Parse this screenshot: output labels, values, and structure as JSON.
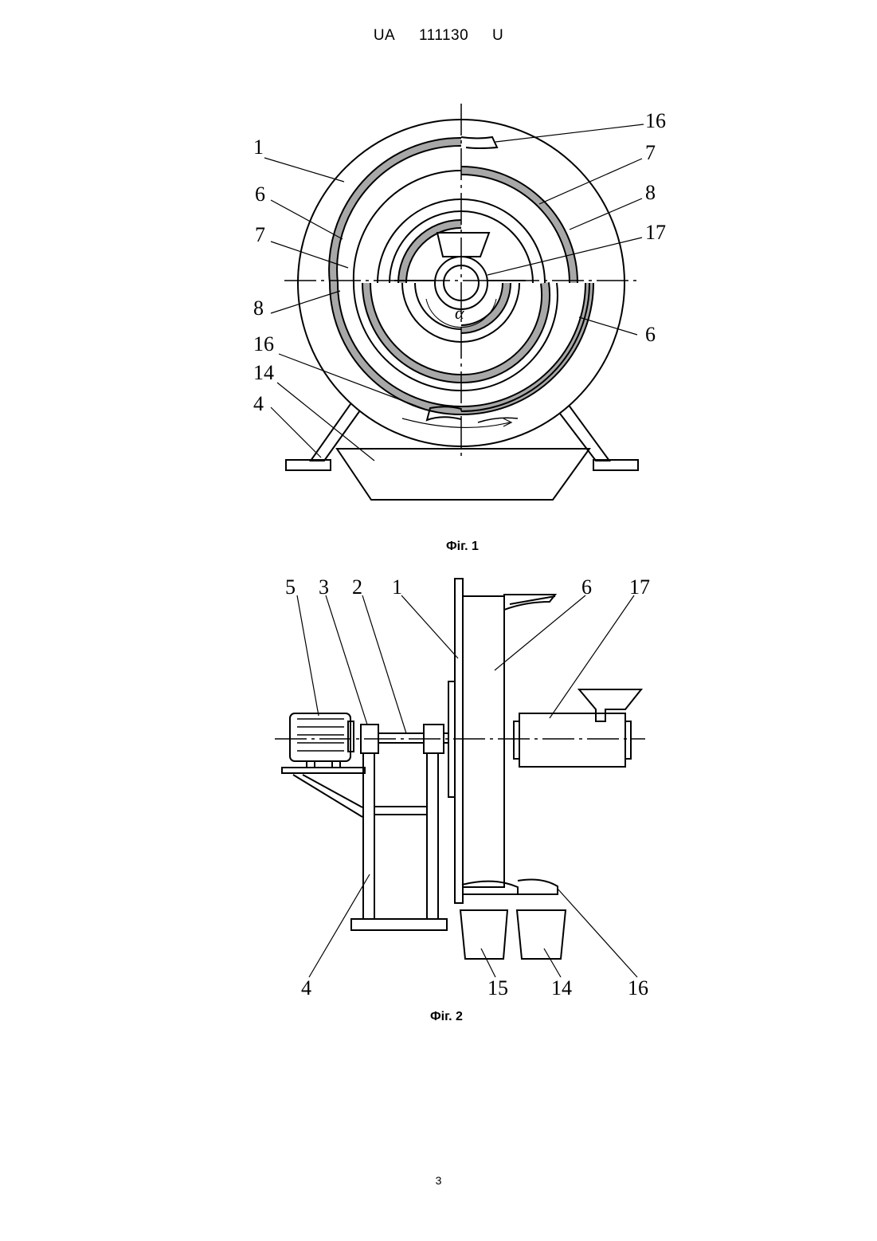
{
  "header": {
    "country": "UA",
    "number": "111130",
    "kind": "U"
  },
  "fig1": {
    "caption": "Фіг. 1",
    "labels": {
      "l1": "1",
      "l6a": "6",
      "l7a": "7",
      "l8a": "8",
      "l16a": "16",
      "l14": "14",
      "l4": "4",
      "r16": "16",
      "r7": "7",
      "r8": "8",
      "r17": "17",
      "r6": "6",
      "alpha": "α"
    }
  },
  "fig2": {
    "caption": "Фіг. 2",
    "labels": {
      "t5": "5",
      "t3": "3",
      "t2": "2",
      "t1": "1",
      "t6": "6",
      "t17": "17",
      "b4": "4",
      "b15": "15",
      "b14": "14",
      "b16": "16"
    }
  },
  "page_number": "3"
}
